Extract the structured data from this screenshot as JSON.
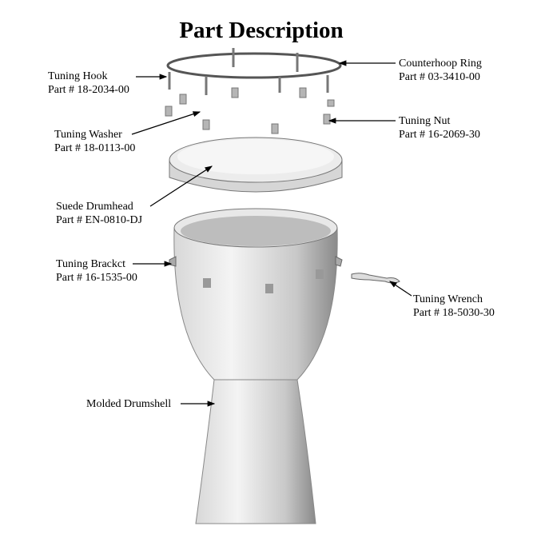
{
  "title": "Part Description",
  "parts": [
    {
      "name": "Tuning Hook",
      "part": "Part # 18-2034-00"
    },
    {
      "name": "Counterhoop Ring",
      "part": "Part # 03-3410-00"
    },
    {
      "name": "Tuning Washer",
      "part": "Part # 18-0113-00"
    },
    {
      "name": "Tuning Nut",
      "part": "Part # 16-2069-30"
    },
    {
      "name": "Suede Drumhead",
      "part": "Part # EN-0810-DJ"
    },
    {
      "name": "Tuning Brackct",
      "part": "Part # 16-1535-00"
    },
    {
      "name": "Tuning Wrench",
      "part": "Part # 18-5030-30"
    },
    {
      "name": "Molded Drumshell"
    }
  ]
}
